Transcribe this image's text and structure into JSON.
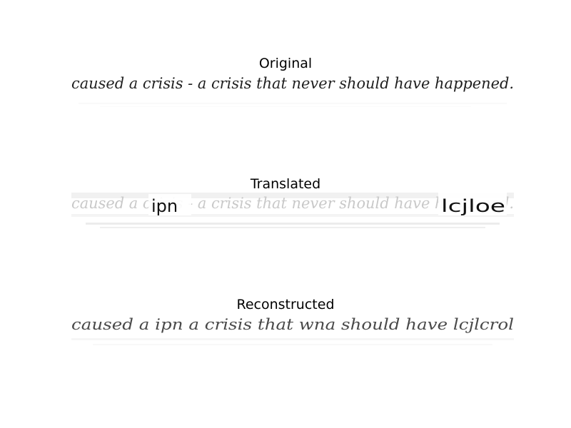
{
  "panels": [
    {
      "title": "Original",
      "kind": "handwriting-clean",
      "text": "caused a crisis - a crisis that never should have happened."
    },
    {
      "title": "Translated",
      "kind": "handwriting-faded-with-overlay",
      "text": "caused a crisis - a crisis that never should have happened.",
      "overlay_left": "ipn",
      "overlay_right": "lcjloe"
    },
    {
      "title": "Reconstructed",
      "kind": "handwriting-degraded",
      "text": "caused a  ipn   a crisis that wna should have lcjlcrol"
    }
  ],
  "colors": {
    "ink": "#1e1e1e",
    "faded_ink": "#c9c9c9",
    "noise": "#e6e6e6",
    "background": "#ffffff"
  }
}
